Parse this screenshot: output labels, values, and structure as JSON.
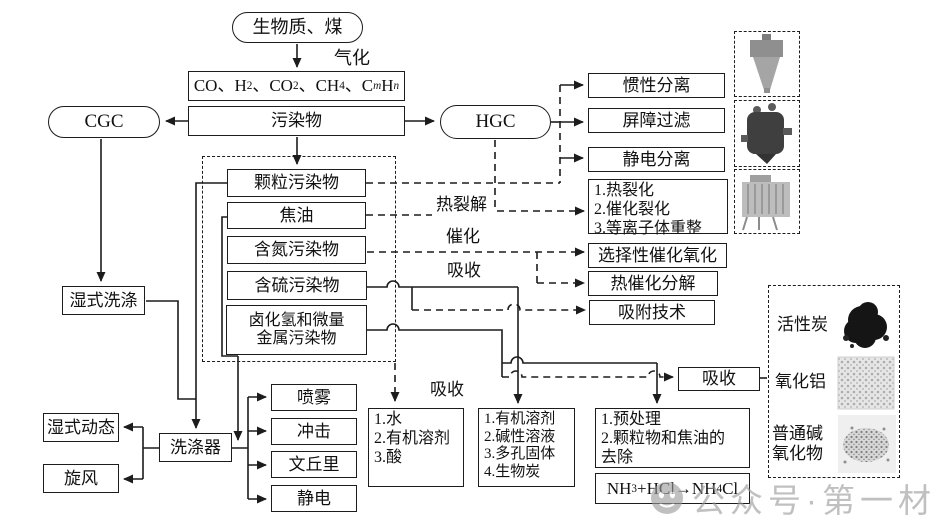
{
  "diagram": {
    "top": {
      "biomass_coal": "生物质、煤",
      "gasification_label": "气化",
      "syngas_parts": [
        {
          "t": "CO、H"
        },
        {
          "t": "2",
          "s": 1
        },
        {
          "t": "、CO"
        },
        {
          "t": "2",
          "s": 1
        },
        {
          "t": "、CH"
        },
        {
          "t": "4",
          "s": 1
        },
        {
          "t": "、C"
        },
        {
          "t": "m",
          "s": 1,
          "i": 1
        },
        {
          "t": "H"
        },
        {
          "t": "n",
          "s": 1,
          "i": 1
        }
      ],
      "pollutant": "污染物",
      "cgc": "CGC",
      "hgc": "HGC"
    },
    "hgc_treatments": {
      "inertial": "惯性分离",
      "barrier": "屏障过滤",
      "electrostatic": "静电分离",
      "cracking_list": "1.热裂化\n2.催化裂化\n3.等离子体重整",
      "selective_catalytic_oxidation": "选择性催化氧化",
      "thermal_catalytic_decomposition": "热催化分解",
      "adsorption_technology": "吸附技术"
    },
    "process_labels": {
      "pyrolysis": "热裂解",
      "catalysis": "催化",
      "absorption_upper": "吸收",
      "absorption_lower": "吸收"
    },
    "pollutants": {
      "particulate": "颗粒污染物",
      "tar": "焦油",
      "nitrogen": "含氮污染物",
      "sulfur": "含硫污染物",
      "halide": "卤化氢和微量\n金属污染物"
    },
    "cgc_treatments": {
      "wet_scrubbing": "湿式洗涤",
      "wet_dynamic": "湿式动态",
      "cyclone": "旋风",
      "scrubber": "洗涤器",
      "spray": "喷雾",
      "impact": "冲击",
      "venturi": "文丘里",
      "electrostatic": "静电"
    },
    "absorption_section": {
      "water_list": "1.水\n2.有机溶剂\n3.酸",
      "solvent_list": "1.有机溶剂\n2.碱性溶液\n3.多孔固体\n4.生物炭",
      "pretreatment_list": "1.预处理\n2.颗粒物和焦油的\n去除",
      "reaction_parts": [
        {
          "t": "NH"
        },
        {
          "t": "3",
          "s": 1
        },
        {
          "t": "+HCl→NH"
        },
        {
          "t": "4",
          "s": 1
        },
        {
          "t": "Cl"
        }
      ],
      "absorption_box": "吸收"
    },
    "adsorbents": {
      "activated_carbon": "活性炭",
      "alumina": "氧化铝",
      "alkali_oxide": "普通碱\n氧化物"
    }
  },
  "watermark": {
    "text": "公众号·第一材智"
  },
  "colors": {
    "line": "#1c1c1c",
    "background": "#ffffff",
    "watermark": "#9a9a9a"
  }
}
